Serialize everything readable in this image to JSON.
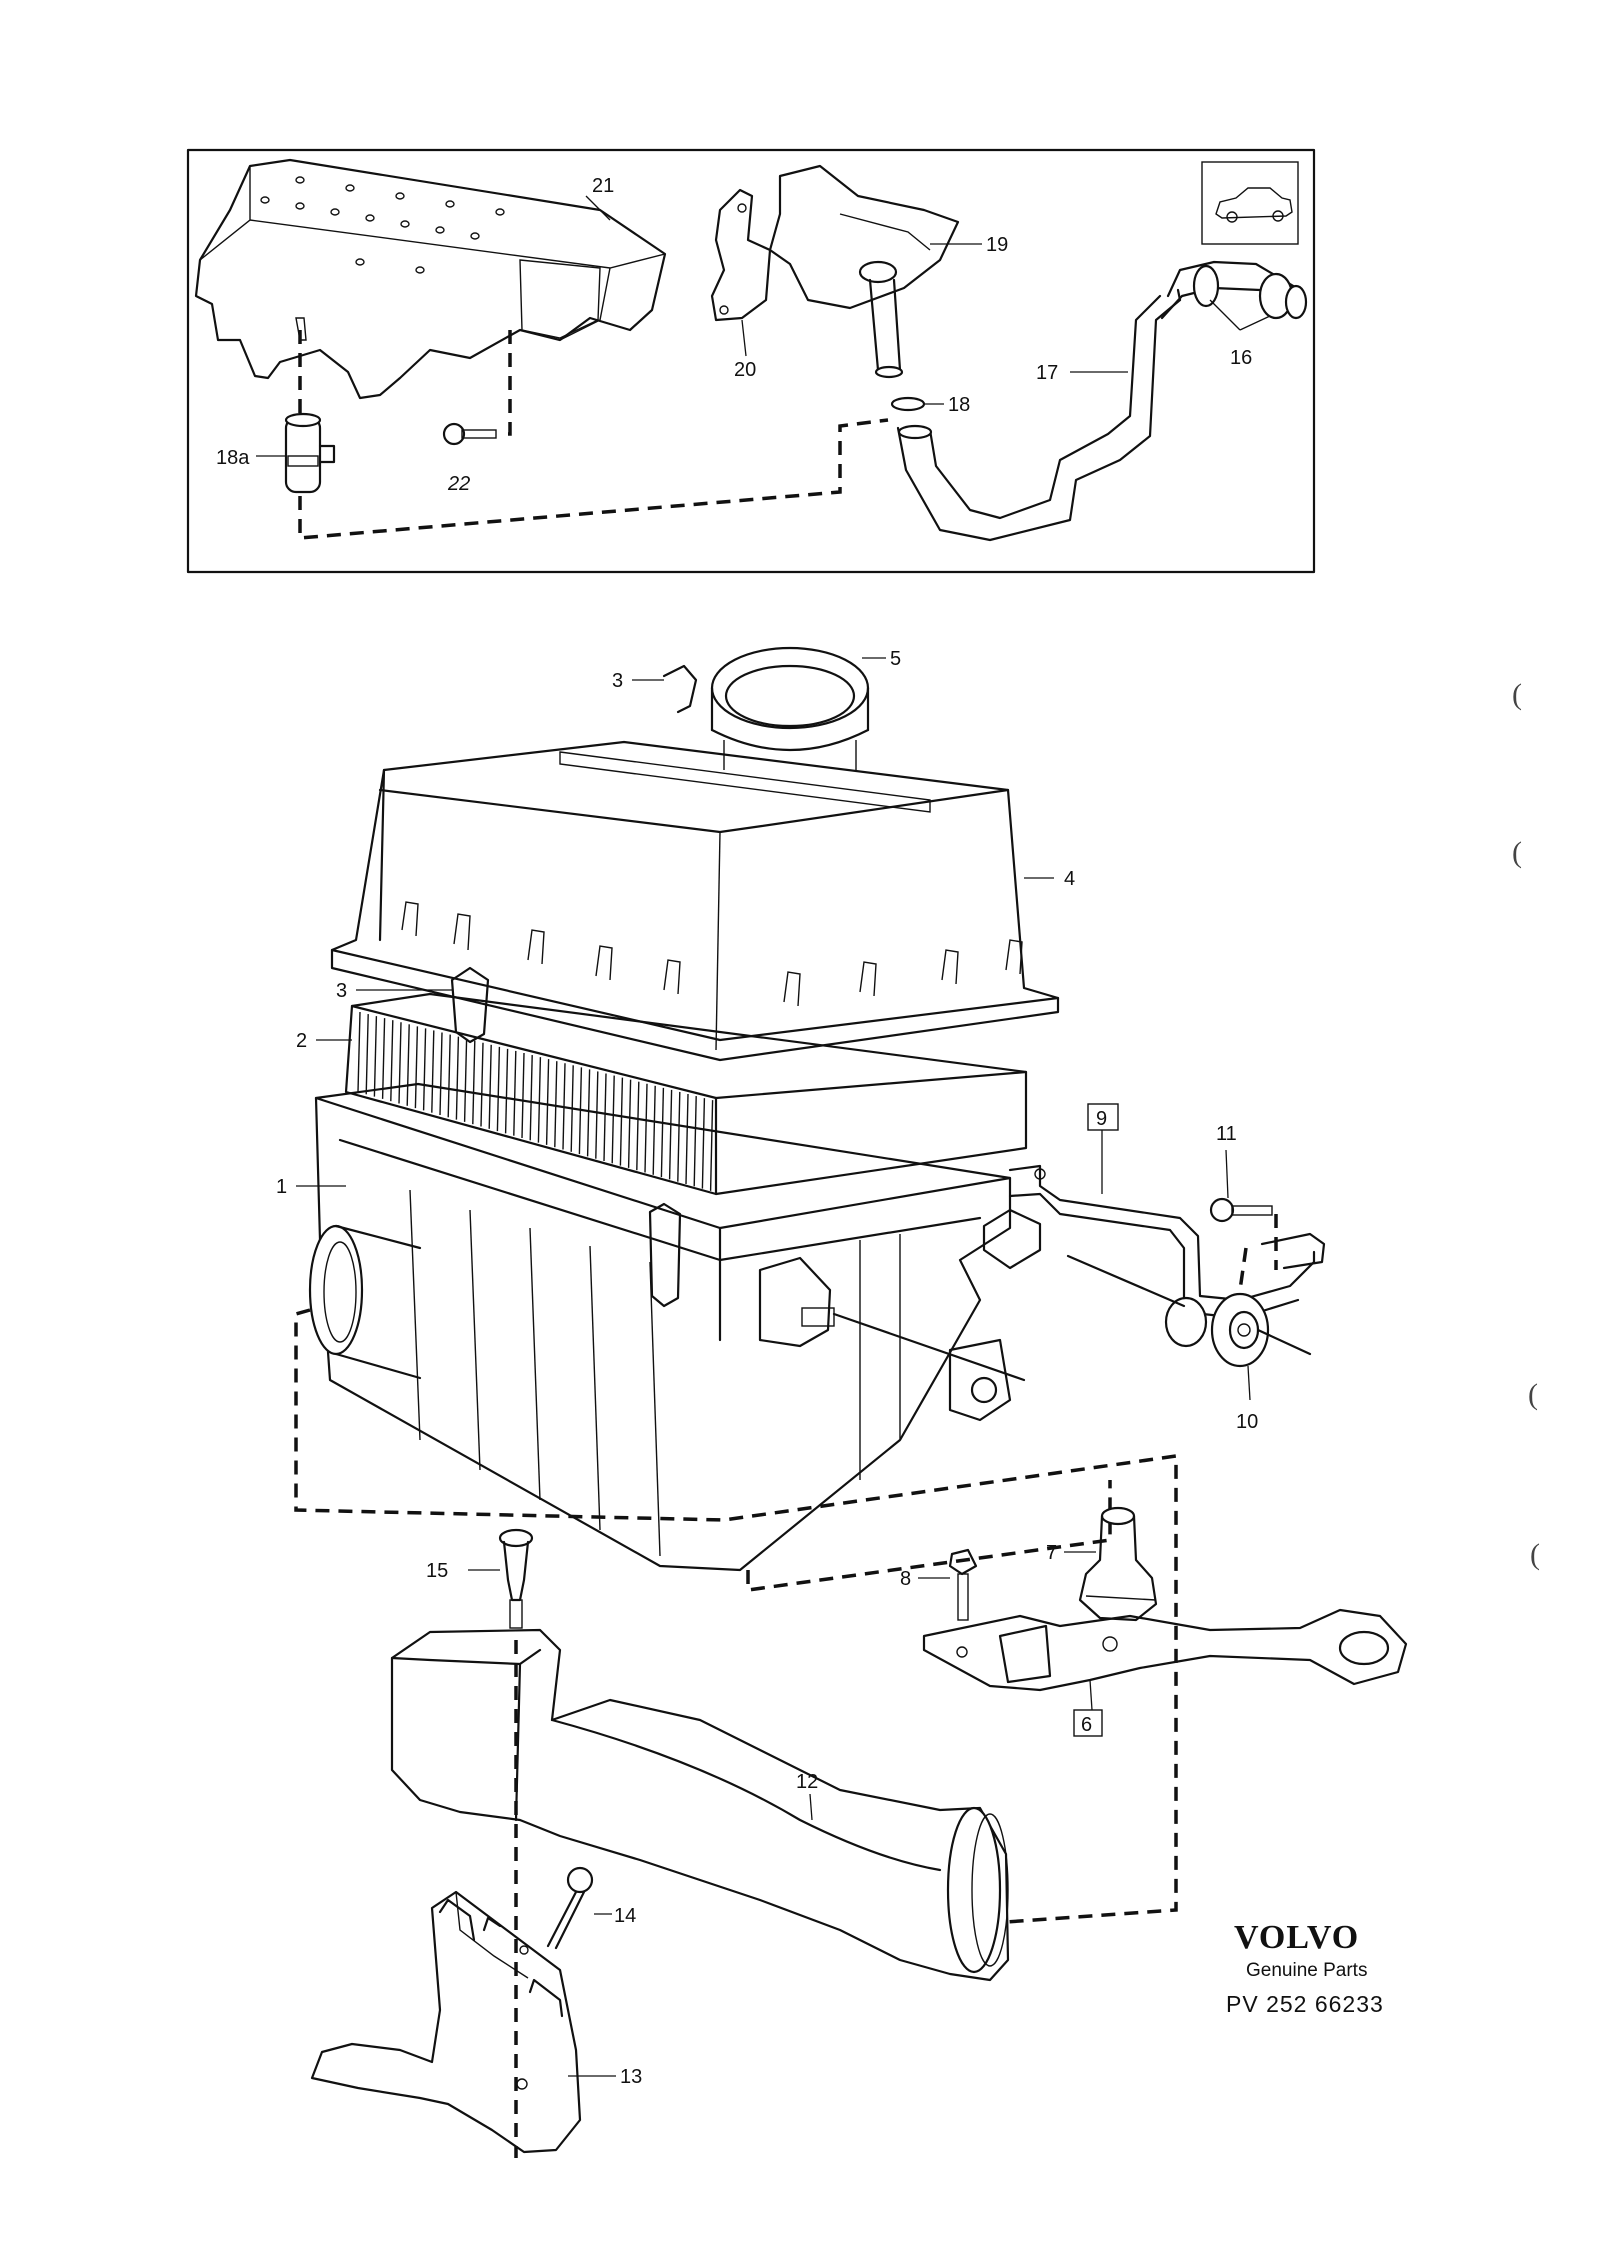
{
  "brand": {
    "name": "VOLVO",
    "tagline": "Genuine Parts",
    "part_number": "PV 252 66233"
  },
  "labels": {
    "l1": "1",
    "l2": "2",
    "l3a": "3",
    "l3b": "3",
    "l4": "4",
    "l5": "5",
    "l6": "6",
    "l7": "7",
    "l8": "8",
    "l9": "9",
    "l10": "10",
    "l11": "11",
    "l12": "12",
    "l13": "13",
    "l14": "14",
    "l15": "15",
    "l16": "16",
    "l17": "17",
    "l18": "18",
    "l18a": "18a",
    "l19": "19",
    "l20": "20",
    "l21": "21",
    "l22": "22"
  },
  "margin_marks": {
    "p1": "(",
    "p2": "(",
    "p3": "(",
    "p4": "("
  },
  "icons": {
    "car": "car-silhouette-icon"
  }
}
